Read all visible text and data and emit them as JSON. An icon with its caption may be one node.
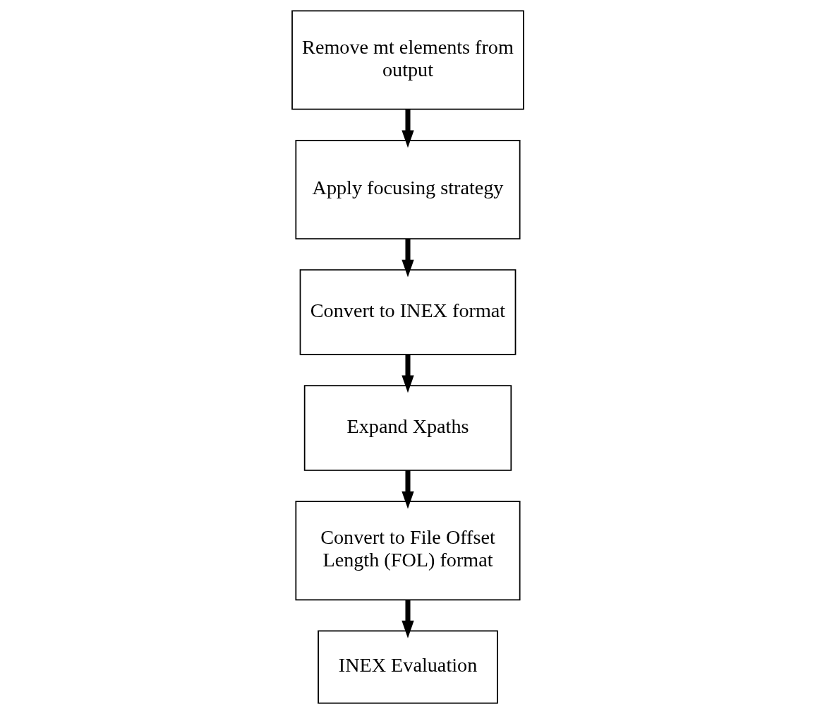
{
  "diagram": {
    "nodes": [
      {
        "text": [
          "Remove mt elements from output"
        ]
      },
      {
        "text": [
          "Apply focusing strategy"
        ]
      },
      {
        "text": [
          "Convert to INEX format"
        ]
      },
      {
        "text": [
          "Expand Xpaths"
        ]
      },
      {
        "text": [
          "Convert to File Offset Length (FOL) format"
        ]
      },
      {
        "text": [
          "INEX Evaluation"
        ]
      }
    ],
    "edges": [
      {
        "from": 0,
        "to": 1,
        "arrow": "to"
      },
      {
        "from": 1,
        "to": 2,
        "arrow": "to"
      },
      {
        "from": 2,
        "to": 3,
        "arrow": "to"
      },
      {
        "from": 3,
        "to": 4,
        "arrow": "to"
      },
      {
        "from": 4,
        "to": 5,
        "arrow": "to"
      }
    ]
  }
}
